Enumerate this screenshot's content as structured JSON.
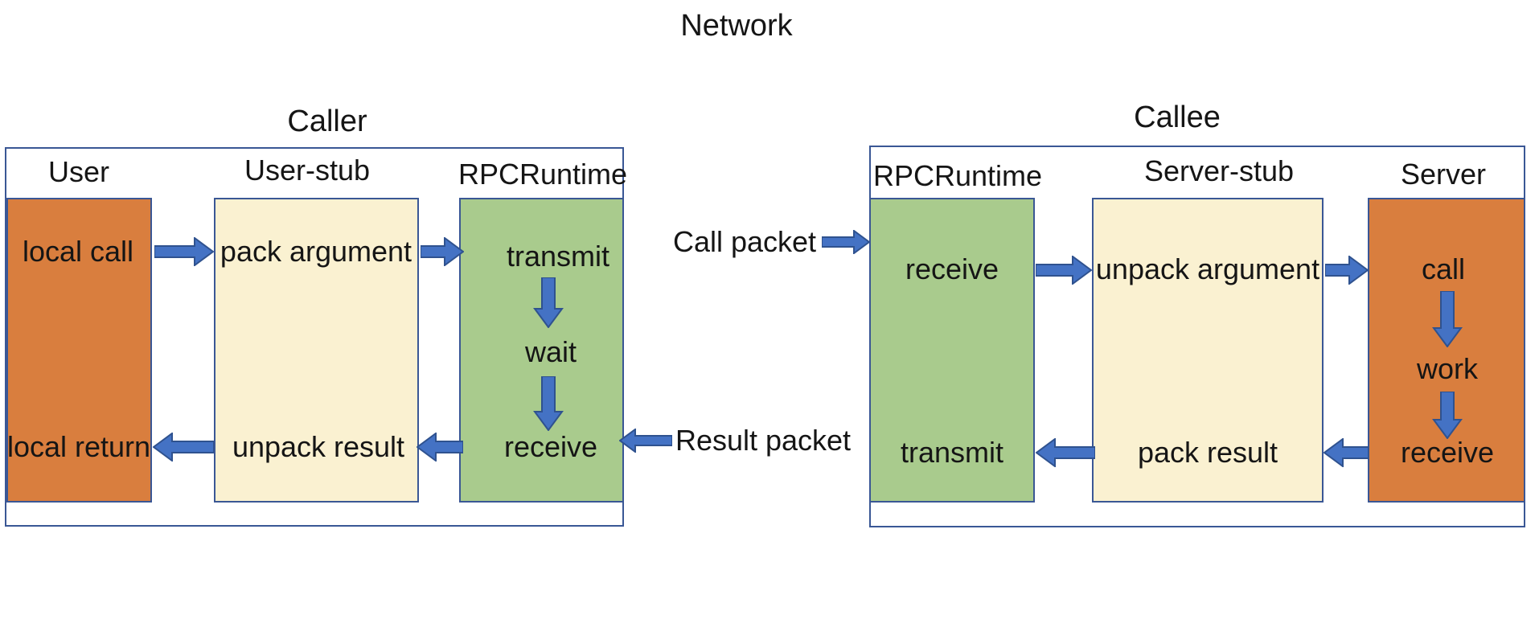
{
  "network_label": "Network",
  "caller": {
    "title": "Caller",
    "columns": [
      {
        "header": "User",
        "items": [
          "local call",
          "local return"
        ]
      },
      {
        "header": "User-stub",
        "items": [
          "pack argument",
          "unpack result"
        ]
      },
      {
        "header": "RPCRuntime",
        "items": [
          "transmit",
          "wait",
          "receive"
        ]
      }
    ]
  },
  "callee": {
    "title": "Callee",
    "columns": [
      {
        "header": "RPCRuntime",
        "items": [
          "receive",
          "transmit"
        ]
      },
      {
        "header": "Server-stub",
        "items": [
          "unpack argument",
          "pack result"
        ]
      },
      {
        "header": "Server",
        "items": [
          "call",
          "work",
          "receive"
        ]
      }
    ]
  },
  "packets": {
    "call_label": "Call packet",
    "result_label": "Result packet"
  },
  "colors": {
    "orange_box": "#D97E3E",
    "cream_box": "#FAF1D1",
    "green_box": "#A9CB8D",
    "arrow_fill": "#4472C4",
    "arrow_stroke": "#2F528F",
    "box_border": "#3A5795"
  }
}
